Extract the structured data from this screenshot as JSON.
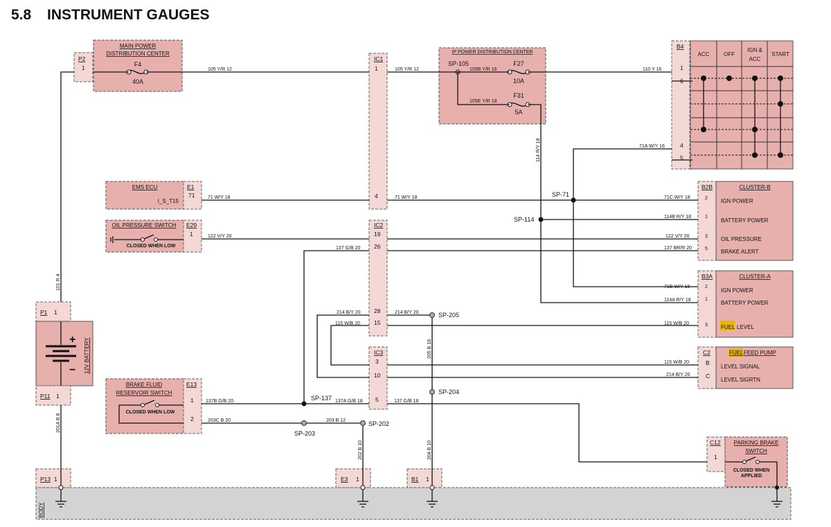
{
  "page": {
    "section": "5.8",
    "title": "INSTRUMENT GAUGES"
  },
  "colors": {
    "component": "#e8b0ad",
    "connector": "#f4d8d6",
    "ground_bar": "#d3d3d3",
    "highlight": "#e8b800"
  },
  "components": {
    "main_pdc": {
      "title1": "MAIN POWER",
      "title2": "DISTRIBUTION CENTER",
      "fuse": "F4",
      "rating": "40A",
      "conn": "P2",
      "pin": "1"
    },
    "ip_pdc": {
      "title": "IP POWER DISTRIBUTION CENTER",
      "splice": "SP-105",
      "fuse1": "F27",
      "rating1": "10A",
      "fuse2": "F31",
      "rating2": "5A",
      "wire1": "105B  Y/R  16",
      "wire2": "105E  Y/R  18"
    },
    "ignition": {
      "conn": "B4",
      "cols": [
        "ACC",
        "OFF",
        "IGN &",
        "ACC",
        "START"
      ],
      "pins": [
        "1",
        "6",
        "4",
        "5"
      ]
    },
    "ems": {
      "title": "EMS ECU",
      "conn": "E1",
      "pin": "71",
      "signal": "I_S_T15"
    },
    "oil": {
      "title": "OIL PRESSURE SWITCH",
      "conn": "E29",
      "pin": "1",
      "note": "CLOSED WHEN LOW"
    },
    "cluster_b": {
      "conn": "B2B",
      "title": "CLUSTER-B",
      "pins": [
        "2",
        "1",
        "3",
        "5"
      ],
      "labels": [
        "IGN POWER",
        "BATTERY POWER",
        "OIL PRESSURE",
        "BRAKE ALERT"
      ]
    },
    "cluster_a": {
      "conn": "B3A",
      "title": "CLUSTER-A",
      "pins": [
        "2",
        "1",
        "3"
      ],
      "labels": [
        "IGN POWER",
        "BATTERY POWER",
        "LEVEL"
      ],
      "fuel": "FUEL"
    },
    "fuel_pump": {
      "conn": "C2",
      "title_hl": "FUEL",
      "title": " FEED PUMP",
      "pins": [
        "B",
        "C"
      ],
      "labels": [
        "LEVEL SIGNAL",
        "LEVEL SIGRTN"
      ]
    },
    "battery": {
      "label": "12V BATTERY",
      "plus": "+",
      "minus": "−",
      "conn_top": "P1",
      "conn_bot": "P11",
      "pin": "1"
    },
    "brake_fluid": {
      "title1": "BRAKE FLUID",
      "title2": "RESERVOIR SWITCH",
      "conn": "E13",
      "pins": [
        "1",
        "2"
      ],
      "note": "CLOSED WHEN LOW"
    },
    "parking": {
      "title1": "PARKING BRAKE",
      "title2": "SWITCH",
      "conn": "C12",
      "pin": "1",
      "note1": "CLOSED WHEN",
      "note2": "APPLIED"
    },
    "inline": {
      "ic1": "IC1",
      "ic2": "IC2",
      "ic3": "IC3",
      "ic1_pins": [
        "1",
        "4"
      ],
      "ic2_pins": [
        "19",
        "26",
        "28",
        "15"
      ],
      "ic3_pins": [
        "3",
        "10",
        "5"
      ]
    },
    "grounds": {
      "body": "BODY",
      "p13": "P13",
      "e3": "E3",
      "b1": "B1",
      "pin": "1"
    }
  },
  "wires": {
    "w105a": "105  Y/R  12",
    "w105b": "105  Y/R  12",
    "w110": "110  Y  16",
    "w114": "114  R/Y  18",
    "w71a": "71A  W/Y  16",
    "w71l": "71  W/Y  18",
    "w71r": "71  W/Y  18",
    "w71c": "71C  W/Y  18",
    "w114b": "114B  R/Y  18",
    "w122l": "122  V/Y  20",
    "w122r": "122  V/Y  20",
    "w137l": "137  G/B  20",
    "w137br": "137  BR/R  20",
    "w71b": "71B  W/Y  18",
    "w114a": "114A  R/Y  18",
    "w214l": "214  B/Y  20",
    "w214r": "214  B/Y  20",
    "w214c": "214  B/Y  20",
    "w115l": "115  W/B  20",
    "w115r": "115  W/B  20",
    "w115c": "115  W/B  20",
    "w205": "205  B  18",
    "w101": "101  R  4",
    "w201a": "201A  B  8",
    "w137b": "137B  G/B  20",
    "w137a": "137A  G/B  18",
    "w137g": "137  G/B  18",
    "w203c": "203C  B  20",
    "w203": "203  B  12",
    "w202": "202  B  10",
    "w204": "204  B  10"
  },
  "splices": {
    "sp71": "SP-71",
    "sp114": "SP-114",
    "sp205": "SP-205",
    "sp204": "SP-204",
    "sp137": "SP-137",
    "sp202": "SP-202",
    "sp203": "SP-203"
  }
}
